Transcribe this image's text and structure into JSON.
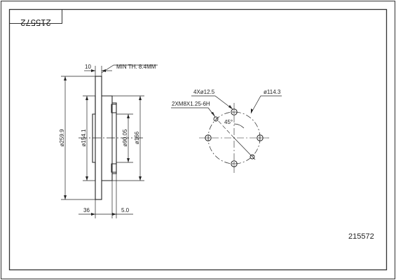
{
  "title_block": {
    "part_number_rotated": "215572",
    "part_number": "215572"
  },
  "section_view": {
    "dim_thickness_top": "10",
    "note_min_thickness": "MIN TH. 8.4MM",
    "dim_outer_diameter": "ø259.9",
    "dim_hat_diameter": "ø154.1",
    "dim_center_bore": "ø90.05",
    "dim_hub_diameter": "ø166",
    "dim_total_height": "36",
    "dim_hat_thickness": "5.0"
  },
  "front_view": {
    "dim_bolt_holes": "4Xø12.5",
    "dim_thread_holes": "2XM8X1.25-6H",
    "dim_pcd": "ø114.3",
    "dim_angle": "45°"
  }
}
